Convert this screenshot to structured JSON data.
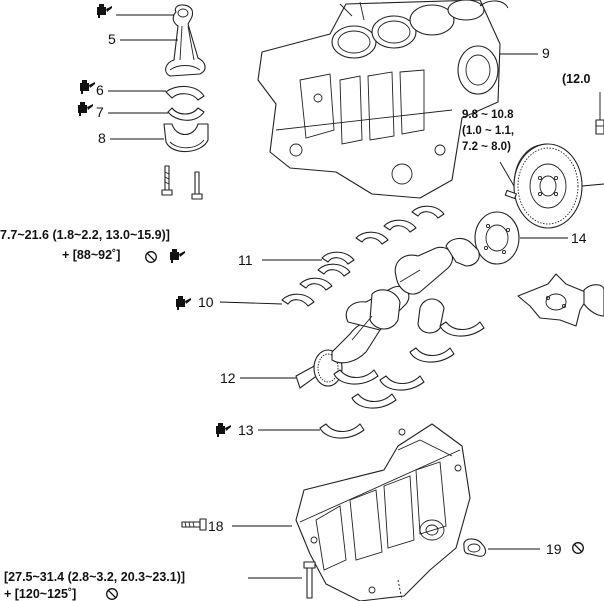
{
  "callouts": {
    "c5": "5",
    "c6": "6",
    "c7": "7",
    "c8": "8",
    "c9": "9",
    "c10": "10",
    "c11": "11",
    "c12": "12",
    "c13": "13",
    "c14": "14",
    "c18": "18",
    "c19": "19"
  },
  "specs": {
    "conrod_torque": "7.7~21.6 (1.8~2.2, 13.0~15.9)]",
    "conrod_angle": "+ [88~92˚]",
    "flywheel_torque_line1": "9.8 ~ 10.8",
    "flywheel_torque_line2": "(1.0 ~ 1.1,",
    "flywheel_torque_line3": "7.2 ~ 8.0)",
    "top_right_spec": "(12.0",
    "bedplate_torque": "[27.5~31.4 (2.8~3.2, 20.3~23.1)]",
    "bedplate_angle": "+ [120~125˚]"
  },
  "icons": {
    "oil": "oil-can-icon",
    "no_reuse": "prohibited-circle-icon"
  },
  "colors": {
    "line": "#222222",
    "background": "#ffffff"
  }
}
